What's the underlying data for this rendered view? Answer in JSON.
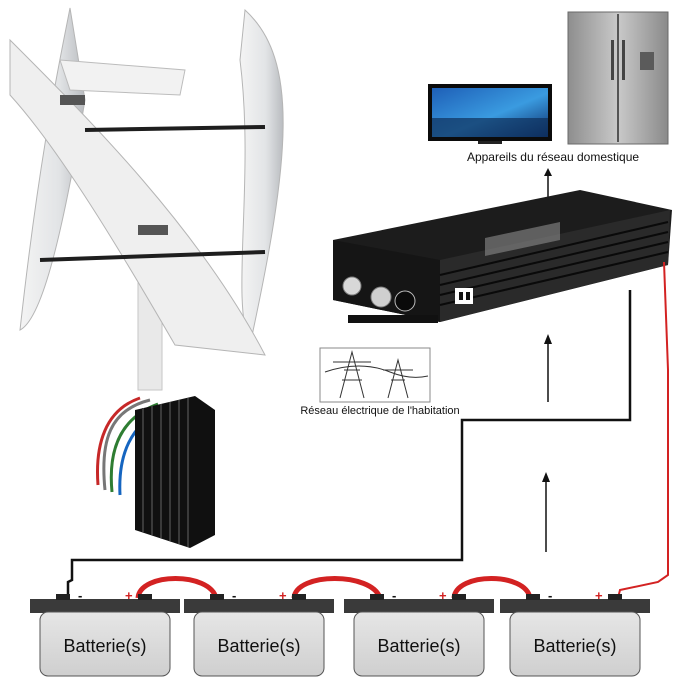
{
  "labels": {
    "appliances": "Appareils du réseau domestique",
    "grid": "Réseau électrique de l'habitation"
  },
  "batteries": [
    {
      "label": "Batterie(s)",
      "neg": "-",
      "pos": "+"
    },
    {
      "label": "Batterie(s)",
      "neg": "-",
      "pos": "+"
    },
    {
      "label": "Batterie(s)",
      "neg": "-",
      "pos": "+"
    },
    {
      "label": "Batterie(s)",
      "neg": "-",
      "pos": "+"
    }
  ],
  "colors": {
    "positive_wire": "#d32222",
    "negative_wire": "#111111",
    "battery_body": "#d9d9d9",
    "inverter": "#1c1c1c"
  },
  "icons": {
    "turbine": "vertical-axis-wind-turbine",
    "controller": "charge-controller",
    "inverter": "grid-tie-inverter",
    "tv": "television",
    "fridge": "refrigerator",
    "pylons": "power-pylons"
  }
}
